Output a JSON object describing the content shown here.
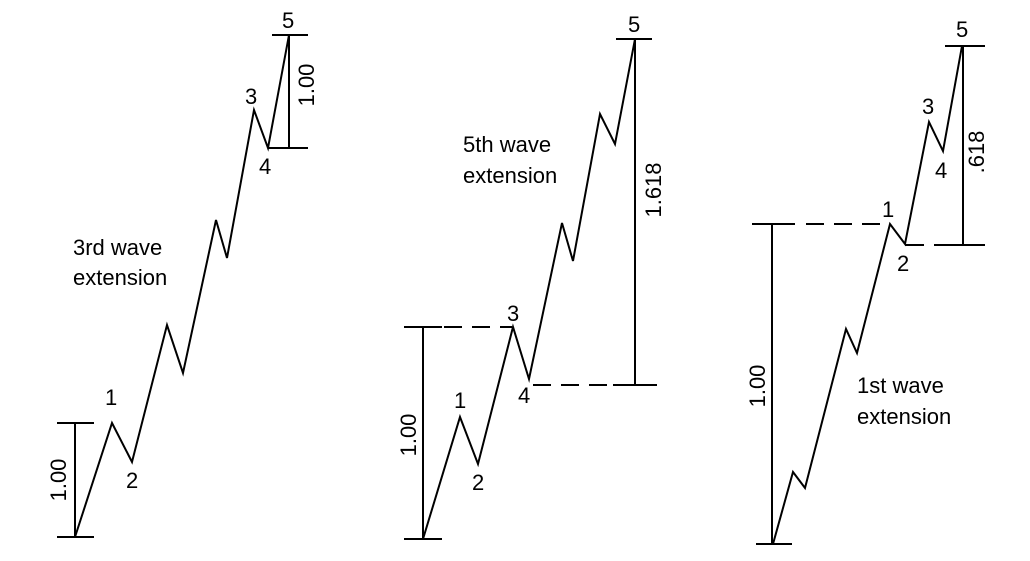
{
  "panels": [
    {
      "title_line1": "3rd wave",
      "title_line2": "extension",
      "wave_labels": [
        "1",
        "2",
        "3",
        "4",
        "5"
      ],
      "ratio_bottom": "1.00",
      "ratio_top": "1.00"
    },
    {
      "title_line1": "5th wave",
      "title_line2": "extension",
      "wave_labels": [
        "1",
        "2",
        "3",
        "4",
        "5"
      ],
      "ratio_bottom": "1.00",
      "ratio_top": "1.618"
    },
    {
      "title_line1": "1st wave",
      "title_line2": "extension",
      "wave_labels": [
        "1",
        "2",
        "3",
        "4",
        "5"
      ],
      "ratio_bottom": "1.00",
      "ratio_top": ".618"
    }
  ],
  "colors": {
    "line": "#000000",
    "background": "#ffffff"
  }
}
